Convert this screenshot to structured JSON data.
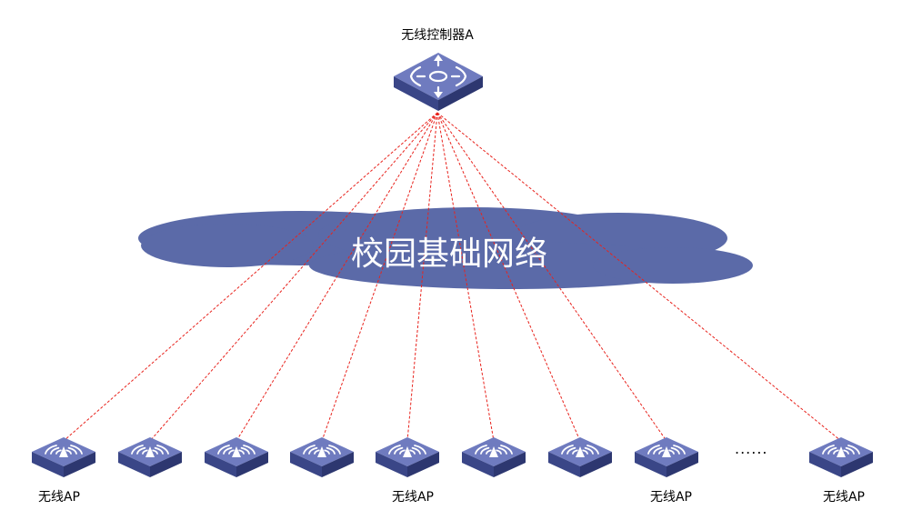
{
  "controller": {
    "label": "无线控制器A",
    "icon": "wireless-controller-icon"
  },
  "network": {
    "label": "校园基础网络",
    "color": "#5b6aa8"
  },
  "ap_labels": [
    "无线AP",
    "无线AP",
    "无线AP",
    "无线AP"
  ],
  "ellipsis": "......",
  "ap_count": 9,
  "link_color": "#e8231d",
  "device_colors": {
    "top": "#6f7bbf",
    "left": "#3a4687",
    "right": "#2d3770",
    "face": "#5563a6"
  },
  "ap_icon": "wireless-ap-icon"
}
